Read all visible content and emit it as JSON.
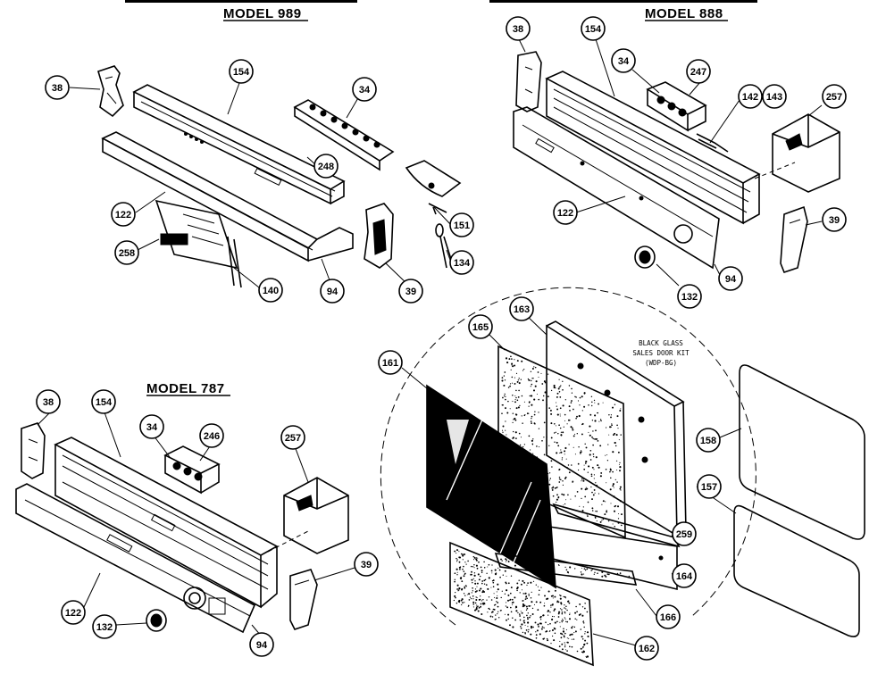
{
  "models": {
    "m989": {
      "title": "MODEL 989",
      "callouts": {
        "c38": "38",
        "c154": "154",
        "c34": "34",
        "c248": "248",
        "c122": "122",
        "c151": "151",
        "c258": "258",
        "c140": "140",
        "c94": "94",
        "c39": "39",
        "c134": "134"
      }
    },
    "m888": {
      "title": "MODEL 888",
      "callouts": {
        "c38": "38",
        "c154": "154",
        "c34": "34",
        "c247": "247",
        "c142": "142",
        "c143": "143",
        "c257": "257",
        "c122": "122",
        "c39": "39",
        "c132": "132",
        "c94": "94"
      }
    },
    "m787": {
      "title": "MODEL 787",
      "callouts": {
        "c38": "38",
        "c154": "154",
        "c34": "34",
        "c246": "246",
        "c257": "257",
        "c39": "39",
        "c122": "122",
        "c132": "132",
        "c94": "94"
      }
    },
    "door": {
      "kit_line1": "BLACK GLASS",
      "kit_line2": "SALES DOOR KIT",
      "kit_line3": "(WDP-BG)",
      "callouts": {
        "c163": "163",
        "c165": "165",
        "c161": "161",
        "c158": "158",
        "c157": "157",
        "c259": "259",
        "c164": "164",
        "c166": "166",
        "c162": "162"
      }
    }
  }
}
